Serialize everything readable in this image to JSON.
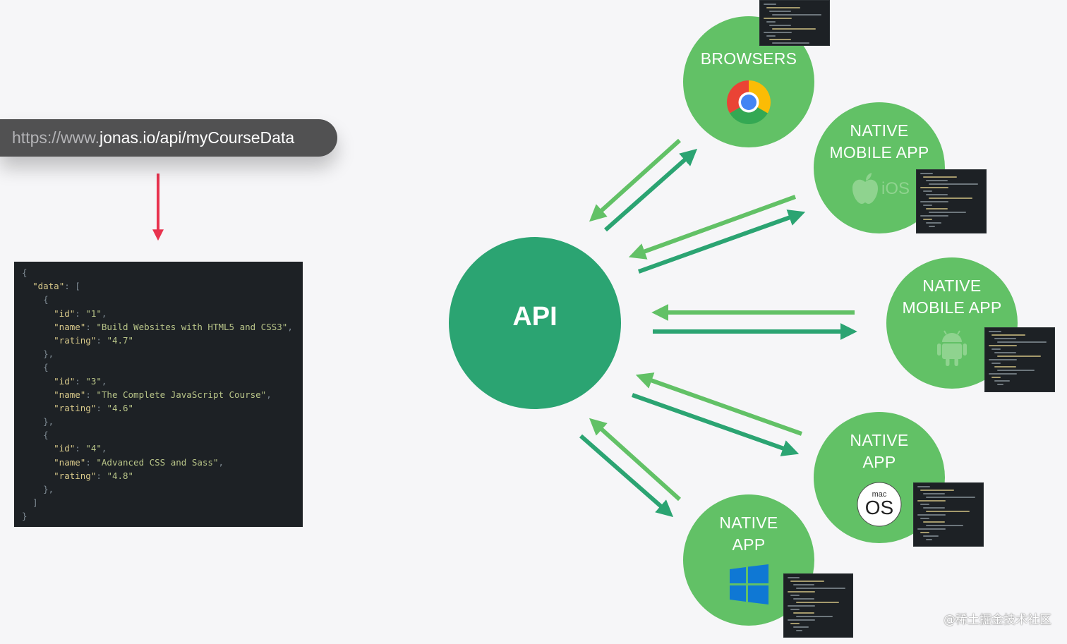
{
  "request_url": {
    "prefix": "https://www.",
    "domain": "jonas.io",
    "path": "/api/myCourseData"
  },
  "json_response": {
    "lines": [
      {
        "indent": 0,
        "text": "{"
      },
      {
        "indent": 1,
        "key": "\"data\"",
        "rest": ": ["
      },
      {
        "indent": 2,
        "text": "{"
      },
      {
        "indent": 3,
        "key": "\"id\"",
        "rest": ": ",
        "value": "\"1\"",
        "tail": ","
      },
      {
        "indent": 3,
        "key": "\"name\"",
        "rest": ": ",
        "value": "\"Build Websites with HTML5 and CSS3\"",
        "tail": ","
      },
      {
        "indent": 3,
        "key": "\"rating\"",
        "rest": ": ",
        "value": "\"4.7\"",
        "tail": ""
      },
      {
        "indent": 2,
        "text": "},"
      },
      {
        "indent": 2,
        "text": "{"
      },
      {
        "indent": 3,
        "key": "\"id\"",
        "rest": ": ",
        "value": "\"3\"",
        "tail": ","
      },
      {
        "indent": 3,
        "key": "\"name\"",
        "rest": ": ",
        "value": "\"The Complete JavaScript Course\"",
        "tail": ","
      },
      {
        "indent": 3,
        "key": "\"rating\"",
        "rest": ": ",
        "value": "\"4.6\"",
        "tail": ""
      },
      {
        "indent": 2,
        "text": "},"
      },
      {
        "indent": 2,
        "text": "{"
      },
      {
        "indent": 3,
        "key": "\"id\"",
        "rest": ": ",
        "value": "\"4\"",
        "tail": ","
      },
      {
        "indent": 3,
        "key": "\"name\"",
        "rest": ": ",
        "value": "\"Advanced CSS and Sass\"",
        "tail": ","
      },
      {
        "indent": 3,
        "key": "\"rating\"",
        "rest": ": ",
        "value": "\"4.8\"",
        "tail": ""
      },
      {
        "indent": 2,
        "text": "},"
      },
      {
        "indent": 1,
        "text": "]"
      },
      {
        "indent": 0,
        "text": "}"
      }
    ]
  },
  "api": {
    "label": "API"
  },
  "clients": [
    {
      "id": "browsers",
      "lines": [
        "BROWSERS"
      ],
      "icon": "chrome-icon"
    },
    {
      "id": "ios",
      "lines": [
        "NATIVE",
        "MOBILE APP"
      ],
      "icon": "apple-ios-icon",
      "icon_text": "iOS"
    },
    {
      "id": "android",
      "lines": [
        "NATIVE",
        "MOBILE APP"
      ],
      "icon": "android-icon"
    },
    {
      "id": "mac",
      "lines": [
        "NATIVE",
        "APP"
      ],
      "icon": "macos-icon",
      "icon_text_small": "mac",
      "icon_text": "OS"
    },
    {
      "id": "windows",
      "lines": [
        "NATIVE",
        "APP"
      ],
      "icon": "windows-icon"
    }
  ],
  "colors": {
    "api": "#2ba472",
    "client": "#62c166",
    "arrow_light": "#62c166",
    "arrow_dark": "#2ba472",
    "request_arrow": "#e8334f"
  },
  "watermark": "@稀土掘金技术社区"
}
